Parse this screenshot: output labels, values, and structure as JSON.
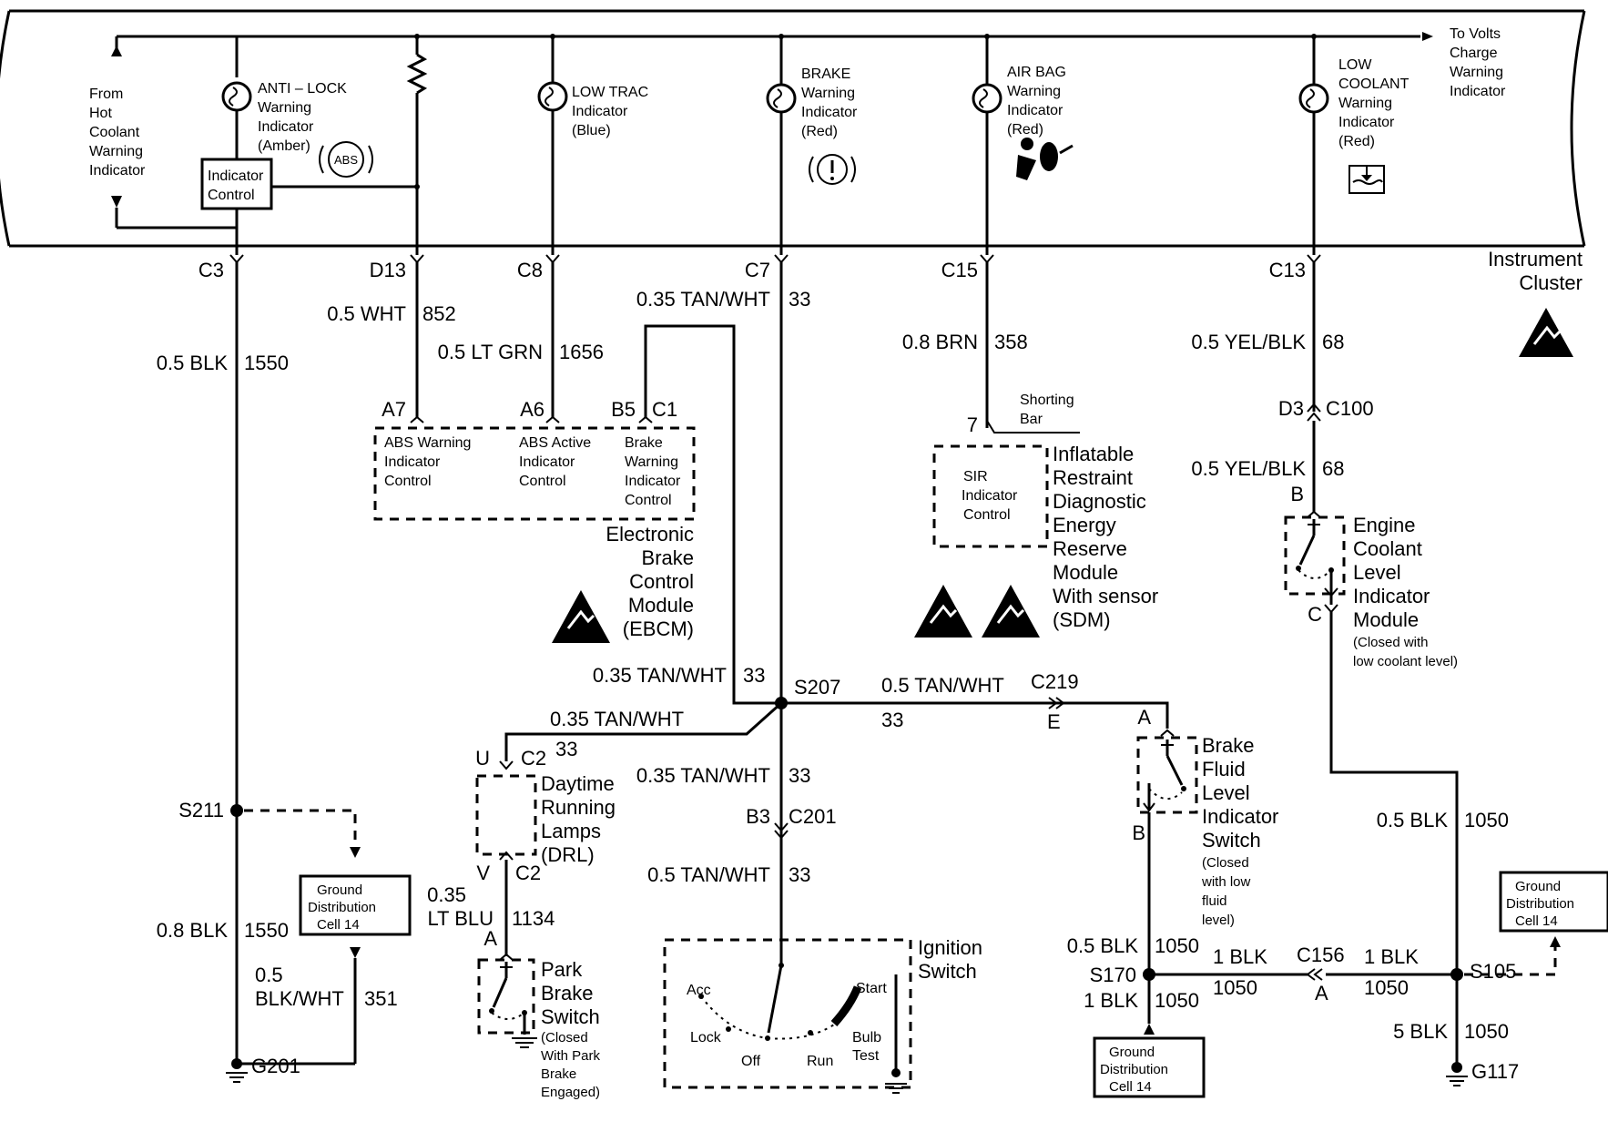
{
  "cluster": {
    "name": "Instrument Cluster",
    "indicators": {
      "from_hot": [
        "From",
        "Hot",
        "Coolant",
        "Warning",
        "Indicator"
      ],
      "indicator_control": [
        "Indicator",
        "Control"
      ],
      "antilock": [
        "ANTI – LOCK",
        "Warning",
        "Indicator",
        "(Amber)"
      ],
      "abs_symbol": "ABS",
      "low_trac": [
        "LOW TRAC",
        "Indicator",
        "(Blue)"
      ],
      "brake": [
        "BRAKE",
        "Warning",
        "Indicator",
        "(Red)"
      ],
      "airbag": [
        "AIR BAG",
        "Warning",
        "Indicator",
        "(Red)"
      ],
      "low_coolant": [
        "LOW",
        "COOLANT",
        "Warning",
        "Indicator",
        "(Red)"
      ],
      "to_volts": [
        "To Volts",
        "Charge",
        "Warning",
        "Indicator"
      ]
    }
  },
  "connectors": {
    "c3": "C3",
    "d13": "D13",
    "c8": "C8",
    "c7": "C7",
    "c15": "C15",
    "c13": "C13",
    "a7": "A7",
    "a6": "A6",
    "b5": "B5",
    "c1": "C1",
    "pin7": "7",
    "d3": "D3",
    "c100": "C100",
    "b_ecl": "B",
    "c_ecl": "C",
    "s207": "S207",
    "c219": "C219",
    "e": "E",
    "a_bfl": "A",
    "b_bfl": "B",
    "u": "U",
    "c2_top": "C2",
    "v": "V",
    "c2_bot": "C2",
    "b3": "B3",
    "c201": "C201",
    "a_pbs": "A",
    "s211": "S211",
    "g201": "G201",
    "s170": "S170",
    "c156": "C156",
    "a_c156": "A",
    "s105": "S105",
    "g117": "G117"
  },
  "wires": {
    "w1550_color": "0.5 BLK",
    "w1550_num": "1550",
    "w852_color": "0.5 WHT",
    "w852_num": "852",
    "w1656_color": "0.5 LT GRN",
    "w1656_num": "1656",
    "w33_top_color": "0.35 TAN/WHT",
    "w33_top_num": "33",
    "w358_color": "0.8 BRN",
    "w358_num": "358",
    "w68a_color": "0.5 YEL/BLK",
    "w68a_num": "68",
    "w68b_color": "0.5 YEL/BLK",
    "w68b_num": "68",
    "w33_ebcm_color": "0.35 TAN/WHT",
    "w33_ebcm_num": "33",
    "w33_right_color": "0.5 TAN/WHT",
    "w33_right_num": "33",
    "w33_drl_color": "0.35 TAN/WHT",
    "w33_drl_num": "33",
    "w33_down_color": "0.35 TAN/WHT",
    "w33_down_num": "33",
    "w33_ign_color": "0.5 TAN/WHT",
    "w33_ign_num": "33",
    "w1050_ecl_color": "0.5 BLK",
    "w1050_ecl_num": "1050",
    "w1550b_color": "0.8 BLK",
    "w1550b_num": "1550",
    "w351_color": [
      "0.5",
      "BLK/WHT"
    ],
    "w351_num": "351",
    "w1134_color": [
      "0.35",
      "LT BLU"
    ],
    "w1134_num": "1134",
    "w1050a_color": "0.5 BLK",
    "w1050a_num": "1050",
    "w1050b_color": "1 BLK",
    "w1050b_num": "1050",
    "w1050c_color": "1 BLK",
    "w1050c_num": "1050",
    "w1050d_color": "1 BLK",
    "w1050d_num": "1050",
    "w1050e_color": "5 BLK",
    "w1050e_num": "1050"
  },
  "modules": {
    "ebcm_abs_warn": [
      "ABS Warning",
      "Indicator",
      "Control"
    ],
    "ebcm_abs_active": [
      "ABS Active",
      "Indicator",
      "Control"
    ],
    "ebcm_brake_warn": [
      "Brake",
      "Warning",
      "Indicator",
      "Control"
    ],
    "ebcm_name": [
      "Electronic",
      "Brake",
      "Control",
      "Module",
      "(EBCM)"
    ],
    "sdm_inner": [
      "SIR",
      "Indicator",
      "Control"
    ],
    "shorting_bar": [
      "Shorting",
      "Bar"
    ],
    "sdm_name": [
      "Inflatable",
      "Restraint",
      "Diagnostic",
      "Energy",
      "Reserve",
      "Module",
      "With sensor",
      "(SDM)"
    ],
    "ecl_name": [
      "Engine",
      "Coolant",
      "Level",
      "Indicator",
      "Module"
    ],
    "ecl_note": [
      "(Closed with",
      "low coolant level)"
    ],
    "drl_name": [
      "Daytime",
      "Running",
      "Lamps",
      "(DRL)"
    ],
    "bfl_name": [
      "Brake",
      "Fluid",
      "Level",
      "Indicator",
      "Switch"
    ],
    "bfl_note": [
      "(Closed",
      "with low",
      "fluid",
      "level)"
    ],
    "pbs_name": [
      "Park",
      "Brake",
      "Switch"
    ],
    "pbs_note": [
      "(Closed",
      "With Park",
      "Brake",
      "Engaged)"
    ],
    "ign_name": [
      "Ignition",
      "Switch"
    ],
    "ign_positions": {
      "acc": "Acc",
      "lock": "Lock",
      "off": "Off",
      "run": "Run",
      "start": "Start",
      "bulb_test": [
        "Bulb",
        "Test"
      ]
    },
    "gdc": [
      "Ground",
      "Distribution",
      "Cell 14"
    ]
  }
}
